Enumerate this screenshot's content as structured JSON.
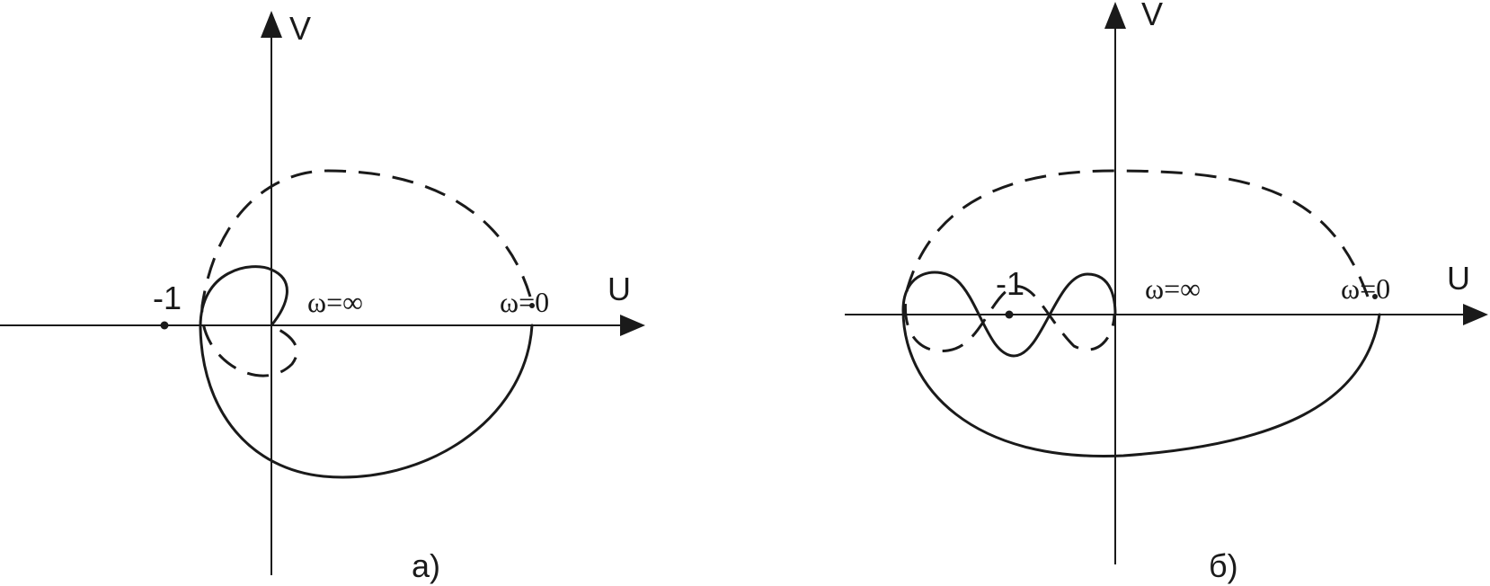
{
  "panel_a": {
    "axis_v": "V",
    "axis_u": "U",
    "point_label": "-1",
    "omega_inf": "ω=∞",
    "omega_zero": "ω=0",
    "caption": "а)"
  },
  "panel_b": {
    "axis_v": "V",
    "axis_u": "U",
    "point_label": "-1",
    "omega_inf": "ω=∞",
    "omega_zero": "ω=0",
    "caption": "б)"
  },
  "colors": {
    "ink": "#1a1a1a",
    "background": "#ffffff"
  }
}
